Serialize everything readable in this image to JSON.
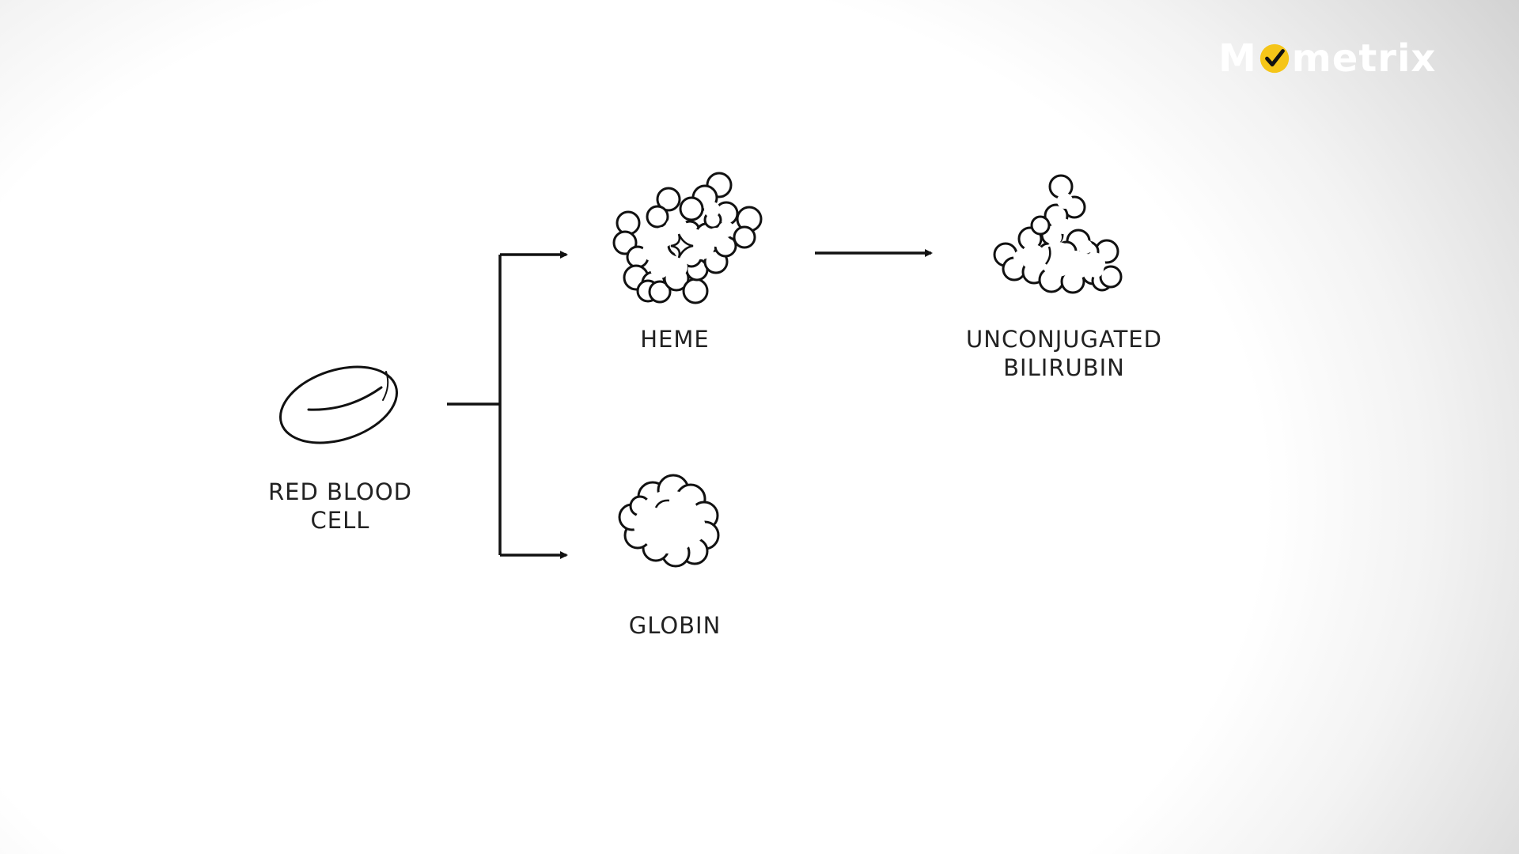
{
  "logo": {
    "pre": "M",
    "post": "metrix",
    "check_color": "#f5c518"
  },
  "nodes": {
    "red_blood_cell": {
      "line1": "RED BLOOD",
      "line2": "CELL"
    },
    "heme": {
      "label": "HEME"
    },
    "globin": {
      "label": "GLOBIN"
    },
    "bilirubin": {
      "line1": "UNCONJUGATED",
      "line2": "BILIRUBIN"
    }
  }
}
